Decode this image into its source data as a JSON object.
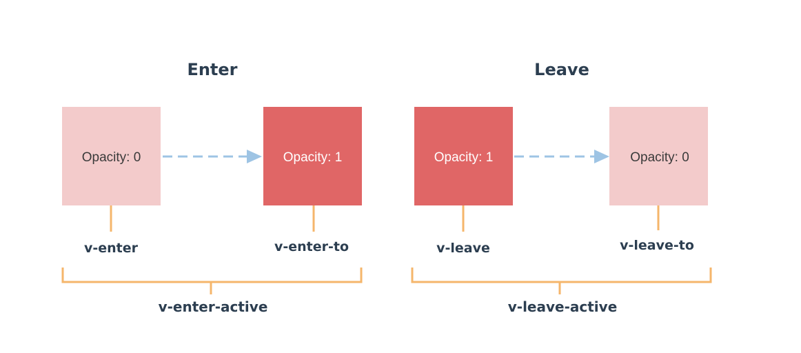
{
  "colors": {
    "light_box": "#f3cbcb",
    "dark_box": "#e06666",
    "connector": "#f5b66b",
    "arrow": "#9ec4e4",
    "text_dark": "#2c3e50",
    "text_light": "#ffffff",
    "text_on_light": "#3a3a3a"
  },
  "enter": {
    "title": "Enter",
    "from_box": {
      "text": "Opacity: 0",
      "label": "v-enter"
    },
    "to_box": {
      "text": "Opacity: 1",
      "label": "v-enter-to"
    },
    "active_label": "v-enter-active"
  },
  "leave": {
    "title": "Leave",
    "from_box": {
      "text": "Opacity: 1",
      "label": "v-leave"
    },
    "to_box": {
      "text": "Opacity: 0",
      "label": "v-leave-to"
    },
    "active_label": "v-leave-active"
  }
}
